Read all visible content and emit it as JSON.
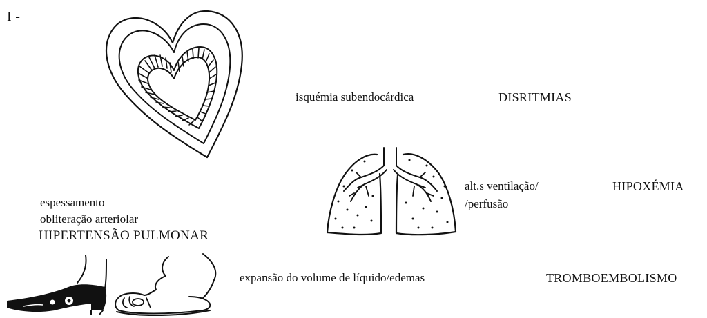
{
  "section_label": "I -",
  "heart": {
    "cause": "isquémia subendocárdica",
    "effect": "DISRITMIAS"
  },
  "lungs": {
    "cause_line1": "alt.s ventilação/",
    "cause_line2": "/perfusão",
    "effect": "HIPOXÉMIA"
  },
  "pulmonary": {
    "line1": "espessamento",
    "line2": "obliteração arteriolar",
    "effect": "HIPERTENSÃO PULMONAR"
  },
  "feet": {
    "cause": "expansão do volume de líquido/edemas",
    "effect": "TROMBOEMBOLISMO"
  }
}
